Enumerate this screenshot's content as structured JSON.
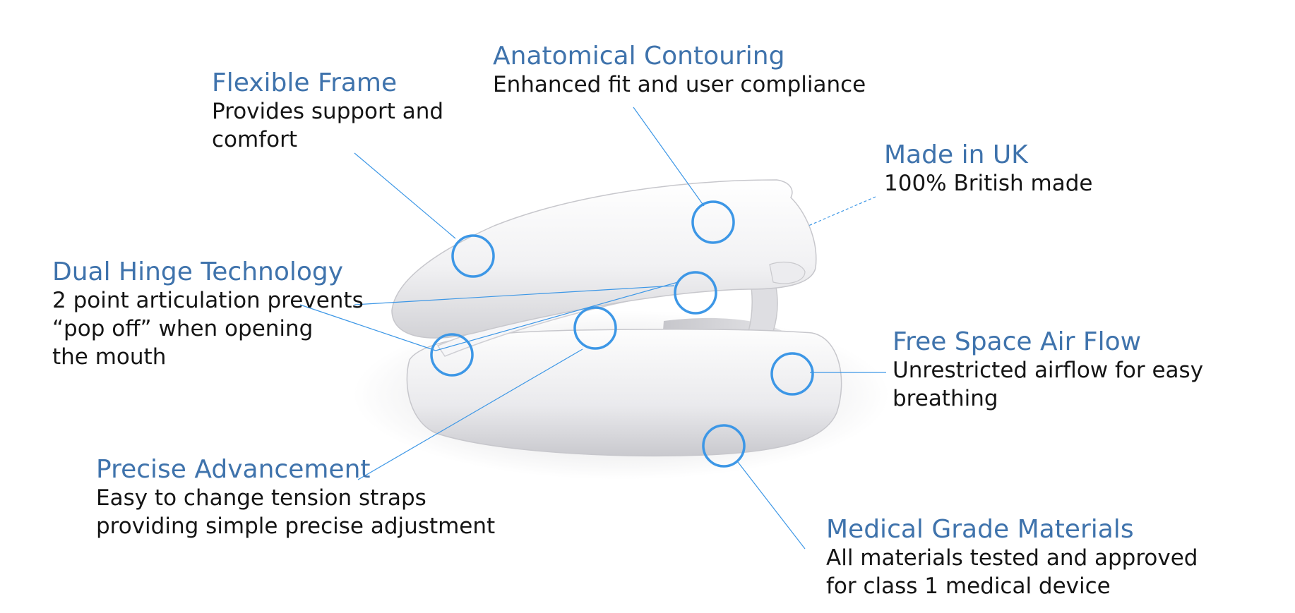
{
  "features": {
    "anatomical": {
      "title": "Anatomical Contouring",
      "desc": [
        "Enhanced fit and user compliance"
      ]
    },
    "flexible": {
      "title": "Flexible Frame",
      "desc": [
        "Provides support and",
        "comfort"
      ]
    },
    "made_uk": {
      "title": "Made in UK",
      "desc": [
        "100% British made"
      ]
    },
    "dual_hinge": {
      "title": "Dual Hinge Technology",
      "desc": [
        "2 point articulation prevents",
        "“pop off” when opening",
        "the mouth"
      ]
    },
    "air_flow": {
      "title": "Free Space Air Flow",
      "desc": [
        "Unrestricted airflow for easy",
        "breathing"
      ]
    },
    "precise": {
      "title": "Precise Advancement",
      "desc": [
        "Easy to change tension straps",
        "providing simple precise adjustment"
      ]
    },
    "medical": {
      "title": "Medical Grade Materials",
      "desc": [
        "All materials tested and approved",
        "for class 1 medical device"
      ]
    }
  },
  "colors": {
    "title": "#3f73ac",
    "callout": "#3d97e6",
    "text": "#151515"
  }
}
